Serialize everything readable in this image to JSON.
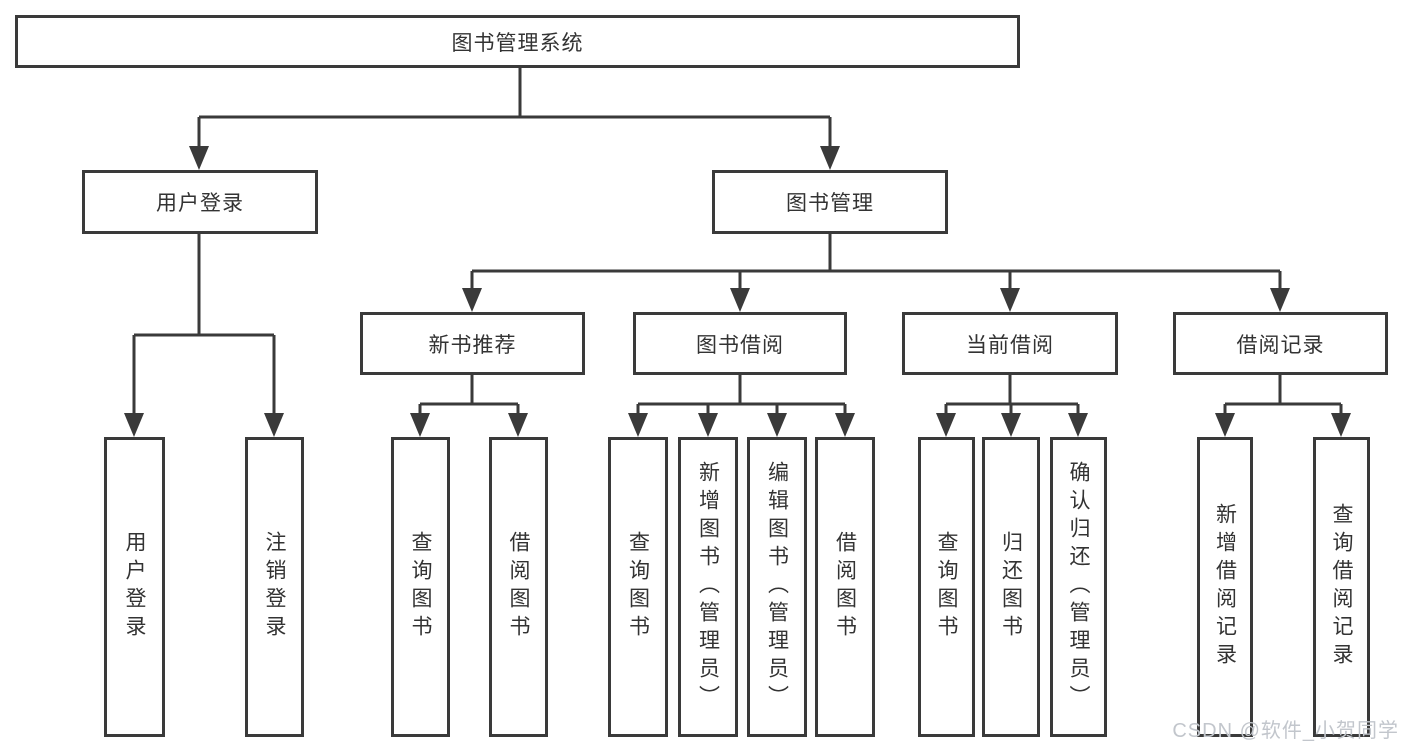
{
  "watermark": "CSDN @软件_小贺同学",
  "colors": {
    "line": "#3a3a3a",
    "border": "#3a3a3a",
    "text": "#333333",
    "box_background": "#ffffff",
    "watermark_text": "#c2c6cc"
  },
  "tree": {
    "label": "图书管理系统",
    "children": [
      {
        "label": "用户登录",
        "children": [
          {
            "label": "用户登录"
          },
          {
            "label": "注销登录"
          }
        ]
      },
      {
        "label": "图书管理",
        "children": [
          {
            "label": "新书推荐",
            "children": [
              {
                "label": "查询图书"
              },
              {
                "label": "借阅图书"
              }
            ]
          },
          {
            "label": "图书借阅",
            "children": [
              {
                "label": "查询图书"
              },
              {
                "label": "新增图书（管理员）"
              },
              {
                "label": "编辑图书（管理员）"
              },
              {
                "label": "借阅图书"
              }
            ]
          },
          {
            "label": "当前借阅",
            "children": [
              {
                "label": "查询图书"
              },
              {
                "label": "归还图书"
              },
              {
                "label": "确认归还（管理员）"
              }
            ]
          },
          {
            "label": "借阅记录",
            "children": [
              {
                "label": "新增借阅记录"
              },
              {
                "label": "查询借阅记录"
              }
            ]
          }
        ]
      }
    ]
  }
}
